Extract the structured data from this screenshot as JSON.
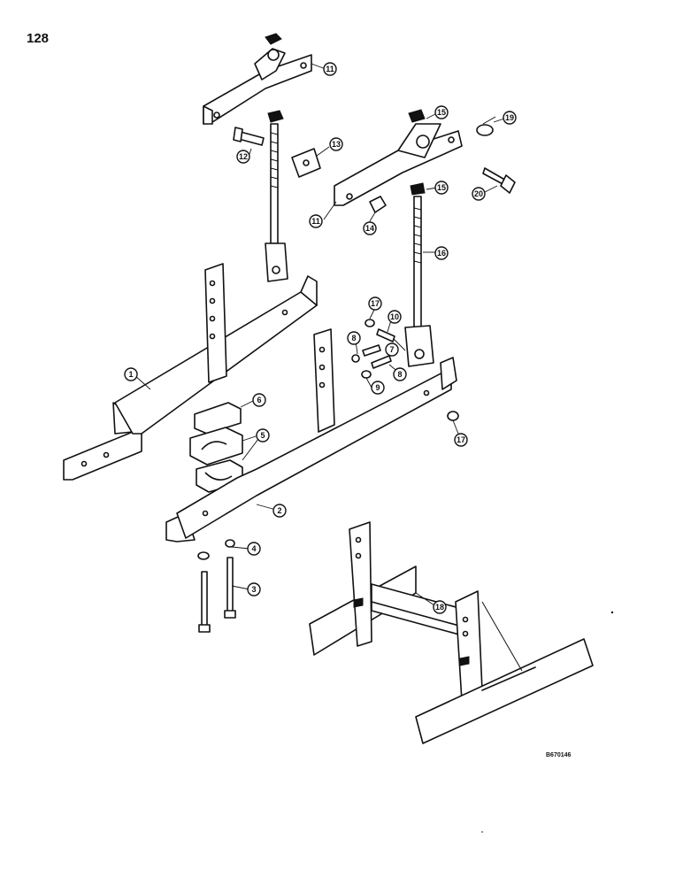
{
  "page": {
    "number": "128"
  },
  "figure": {
    "code": "B670146"
  },
  "callouts": [
    "1",
    "2",
    "3",
    "4",
    "5",
    "6",
    "7",
    "8",
    "9",
    "10",
    "11",
    "12",
    "13",
    "14",
    "15",
    "16",
    "17",
    "18",
    "19",
    "20"
  ],
  "colors": {
    "ink": "#111111",
    "paper": "#ffffff"
  }
}
